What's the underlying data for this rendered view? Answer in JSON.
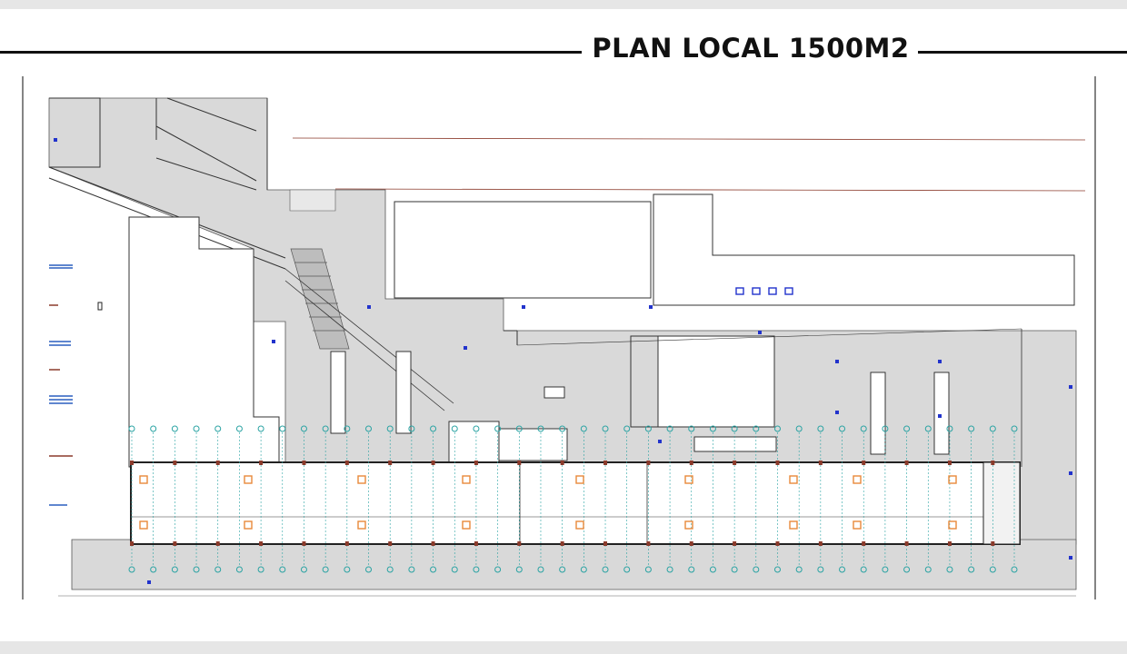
{
  "title": "PLAN LOCAL 1500M2",
  "colors": {
    "paved": "#d9d9d9",
    "lines": "#222222",
    "grid_axis": "#2aa3a3",
    "column": "#8b3a2b",
    "marker": "#2233cc",
    "fixture": "#e8893a",
    "background": "#ffffff"
  },
  "icons": [
    "parking-marker",
    "column-grid",
    "loading-dock",
    "stairs"
  ]
}
